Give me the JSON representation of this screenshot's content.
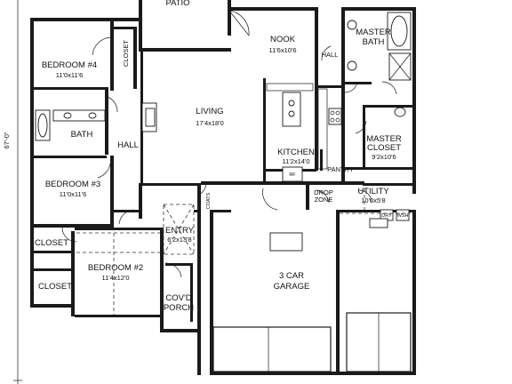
{
  "rooms": {
    "patio": {
      "name": "PATIO"
    },
    "bedroom4": {
      "name": "BEDROOM #4",
      "dims": "11'0x11'6"
    },
    "closet_br4": {
      "name": "CLOSET"
    },
    "nook": {
      "name": "NOOK",
      "dims": "11'6x10'6"
    },
    "hall_top": {
      "name": "HALL"
    },
    "master_bath": {
      "name": "MASTER",
      "name2": "BATH"
    },
    "living": {
      "name": "LIVING",
      "dims": "17'4x18'0"
    },
    "bath": {
      "name": "BATH"
    },
    "hall_left": {
      "name": "HALL"
    },
    "kitchen": {
      "name": "KITCHEN",
      "dims": "11'2x14'0"
    },
    "master_closet": {
      "name": "MASTER",
      "name2": "CLOSET",
      "dims": "9'2x10'6"
    },
    "pantry": {
      "name": "PANTRY"
    },
    "bedroom3": {
      "name": "BEDROOM #3",
      "dims": "11'0x11'6"
    },
    "coats": {
      "name": "COATS"
    },
    "drop_zone": {
      "name": "DROP",
      "name2": "ZONE"
    },
    "utility": {
      "name": "UTILITY",
      "dims": "10'0x5'8"
    },
    "entry": {
      "name": "ENTRY",
      "dims": "6'2x13'8"
    },
    "closet_br3": {
      "name": "CLOSET"
    },
    "bedroom2": {
      "name": "BEDROOM #2",
      "dims": "11'4x12'0"
    },
    "closet_br2": {
      "name": "CLOSET"
    },
    "covd_porch": {
      "name": "COV'D",
      "name2": "PORCH"
    },
    "garage": {
      "name": "3 CAR",
      "name2": "GARAGE"
    }
  },
  "dimension": {
    "overall_depth": "67'-0\""
  },
  "appliance_labels": {
    "refrigerator": "RF",
    "dryer": "DRY",
    "washer": "WSH"
  }
}
